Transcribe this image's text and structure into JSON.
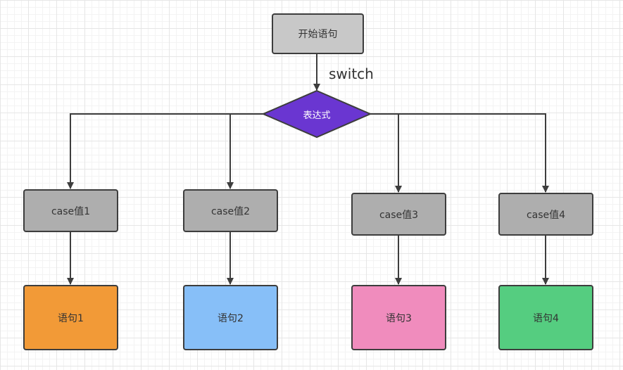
{
  "start_node": {
    "label": "开始语句"
  },
  "switch_label": "switch",
  "decision_node": {
    "label": "表达式",
    "fill": "#6a36d1"
  },
  "cases": [
    {
      "label": "case值1"
    },
    {
      "label": "case值2"
    },
    {
      "label": "case值3"
    },
    {
      "label": "case值4"
    }
  ],
  "statements": [
    {
      "label": "语句1",
      "fill": "#f29a37"
    },
    {
      "label": "语句2",
      "fill": "#87bff8"
    },
    {
      "label": "语句3",
      "fill": "#f08cbd"
    },
    {
      "label": "语句4",
      "fill": "#55cd80"
    }
  ],
  "colors": {
    "start_fill": "#c8c8c8",
    "case_fill": "#aeaeae",
    "stroke": "#3d3d3d"
  }
}
